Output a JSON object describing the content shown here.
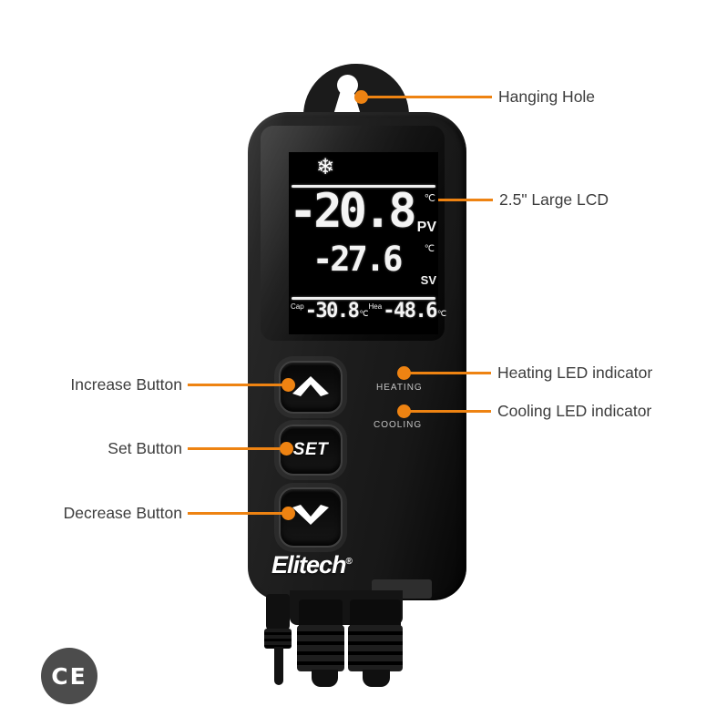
{
  "colors": {
    "accent": "#EE8312",
    "label_text": "#3C3C3C",
    "device_body": "#1C1C1C",
    "lcd_background": "#000000",
    "lcd_segments": "#F4F4F4",
    "ce_badge": "#4C4C4C"
  },
  "callouts": {
    "right": [
      {
        "label": "Hanging Hole"
      },
      {
        "label": "2.5\" Large LCD"
      },
      {
        "label": "Heating LED indicator"
      },
      {
        "label": "Cooling LED indicator"
      }
    ],
    "left": [
      {
        "label": "Increase Button"
      },
      {
        "label": "Set Button"
      },
      {
        "label": "Decrease Button"
      }
    ]
  },
  "device": {
    "brand": {
      "name": "Elitech",
      "mark": "®"
    },
    "panel_labels": {
      "heating": "HEATING",
      "cooling": "COOLING"
    },
    "buttons": {
      "set_label": "SET",
      "increase_icon": "chevron-up-icon",
      "decrease_icon": "chevron-down-icon"
    },
    "lcd": {
      "mode_icon": {
        "name": "snowflake-icon",
        "glyph": "❄"
      },
      "pv": {
        "value": "-20.8",
        "unit": "℃",
        "tag": "PV"
      },
      "sv": {
        "value": "-27.6",
        "unit": "℃",
        "tag": "SV"
      },
      "aux": [
        {
          "tag": "Cap",
          "value": "-30.8",
          "unit": "℃"
        },
        {
          "tag": "Hea",
          "value": "-48.6",
          "unit": "℃"
        }
      ]
    }
  },
  "badges": {
    "ce": "CE"
  }
}
